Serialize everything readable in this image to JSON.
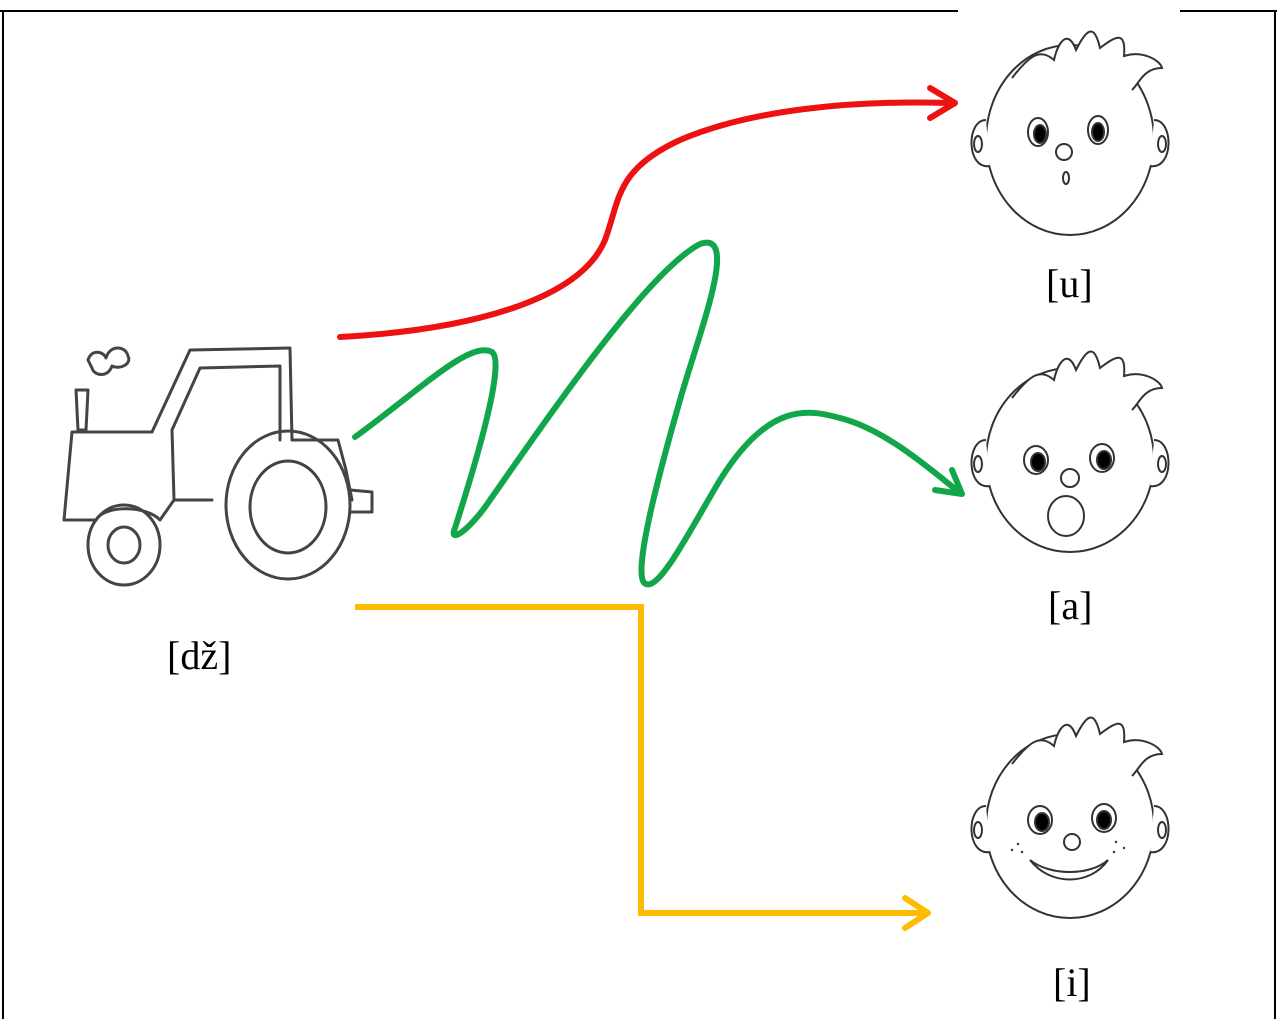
{
  "labels": {
    "tractor": "[dž]",
    "face_u": "[u]",
    "face_a": "[a]",
    "face_i": "[i]"
  },
  "colors": {
    "red_path": "#ee1111",
    "green_path": "#12a64a",
    "yellow_path": "#ffbb00",
    "line_art": "#333333"
  },
  "icons": [
    "tractor-icon",
    "face-u-icon",
    "face-a-icon",
    "face-i-icon"
  ]
}
